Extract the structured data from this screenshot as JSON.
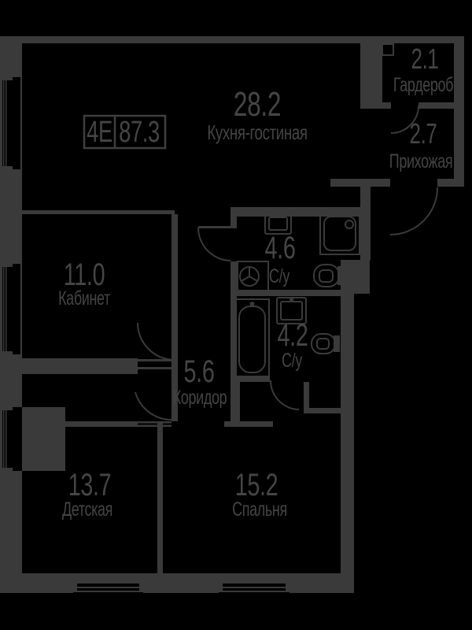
{
  "plan": {
    "badge": {
      "type": "4E",
      "total_area": "87.3"
    },
    "rooms": [
      {
        "id": "kitchen-living",
        "area": "28.2",
        "name": "Кухня-гостиная"
      },
      {
        "id": "wardrobe",
        "area": "2.1",
        "name": "Гардероб"
      },
      {
        "id": "hallway",
        "area": "2.7",
        "name": "Прихожая"
      },
      {
        "id": "bathroom-1",
        "area": "4.6",
        "name": "С/у"
      },
      {
        "id": "bathroom-2",
        "area": "4.2",
        "name": "С/у"
      },
      {
        "id": "office",
        "area": "11.0",
        "name": "Кабинет"
      },
      {
        "id": "corridor",
        "area": "5.6",
        "name": "Коридор"
      },
      {
        "id": "kids-room",
        "area": "13.7",
        "name": "Детская"
      },
      {
        "id": "bedroom",
        "area": "15.2",
        "name": "Спальня"
      }
    ],
    "colors": {
      "background": "#000000",
      "walls": "#3a3a3a",
      "text": "#454545"
    }
  }
}
